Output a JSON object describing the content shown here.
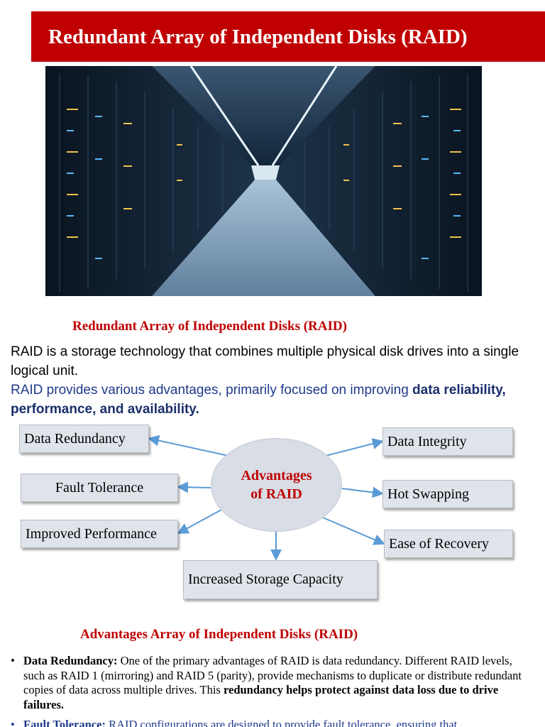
{
  "title": "Redundant Array of Independent Disks (RAID)",
  "hero_image": {
    "description_icon": "server-room-image"
  },
  "section1": {
    "heading": "Redundant Array of Independent Disks (RAID)",
    "para1": "RAID is a storage technology that combines multiple physical disk drives into a single logical unit.",
    "para2_prefix": "RAID provides various advantages, primarily focused on improving ",
    "para2_bold": "data reliability, performance, and availability."
  },
  "diagram": {
    "center_line1": "Advantages",
    "center_line2": "of RAID",
    "items": {
      "data_redundancy": "Data Redundancy",
      "fault_tolerance": "Fault Tolerance",
      "improved_performance": "Improved Performance",
      "increased_storage": "Increased Storage Capacity",
      "data_integrity": "Data Integrity",
      "hot_swapping": "Hot Swapping",
      "ease_of_recovery": "Ease of Recovery"
    },
    "colors": {
      "arrow": "#5b9bd5",
      "accent": "#c00000",
      "box": "#dfe3ea"
    }
  },
  "section2": {
    "heading": "Advantages Array of Independent Disks (RAID)",
    "bullets": [
      {
        "label": "Data Redundancy:",
        "text": " One of the primary advantages of RAID is data redundancy. Different RAID levels, such as RAID 1 (mirroring) and RAID 5 (parity), provide mechanisms to duplicate or distribute redundant copies of data across multiple drives. This ",
        "bold_tail": "redundancy helps protect against data loss due to drive failures."
      },
      {
        "label": "Fault Tolerance:",
        "text": " RAID configurations are designed to provide fault tolerance, ensuring that"
      }
    ]
  },
  "colors": {
    "title_bg": "#c00000",
    "heading": "#c00000",
    "blue_text": "#1f3a8a"
  }
}
